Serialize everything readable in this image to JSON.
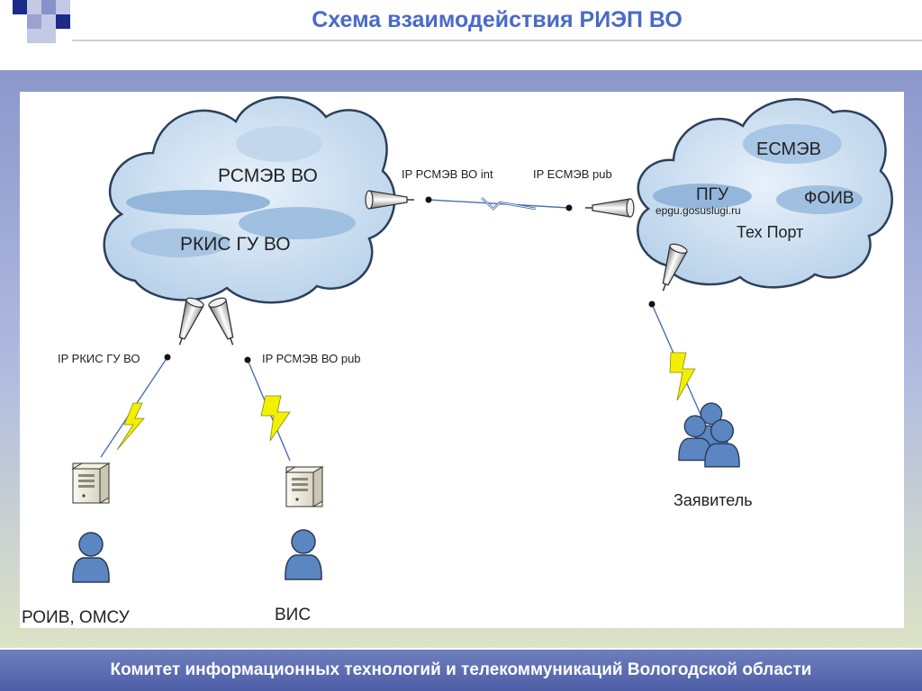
{
  "header": {
    "title": "Схема взаимодействия РИЭП ВО"
  },
  "footer": {
    "text": "Комитет информационных технологий и телекоммуникаций Вологодской области"
  },
  "diagram": {
    "left_cloud": {
      "label_top": "РСМЭВ ВО",
      "label_bottom": "РКИС ГУ ВО"
    },
    "right_cloud": {
      "label_esmev": "ЕСМЭВ",
      "label_pgu": "ПГУ",
      "label_url": "epgu.gosuslugi.ru",
      "label_foiv": "ФОИВ",
      "label_techport": "Тех Порт"
    },
    "links": {
      "rsmev_int": "IP РСМЭВ ВО int",
      "esmev_pub": "IP ЕСМЭВ  pub",
      "rkis_gu": "IP РКИС ГУ ВО",
      "rsmev_pub": "IP РСМЭВ ВО pub"
    },
    "nodes": {
      "roiv": "РОИВ, ОМСУ",
      "vis": "ВИС",
      "applicant": "Заявитель"
    },
    "colors": {
      "cloud_fill": "#aecbe6",
      "cloud_stroke": "#2d3f5a",
      "lightning_yellow": "#f2f000",
      "user_blue": "#5b86c2"
    }
  }
}
